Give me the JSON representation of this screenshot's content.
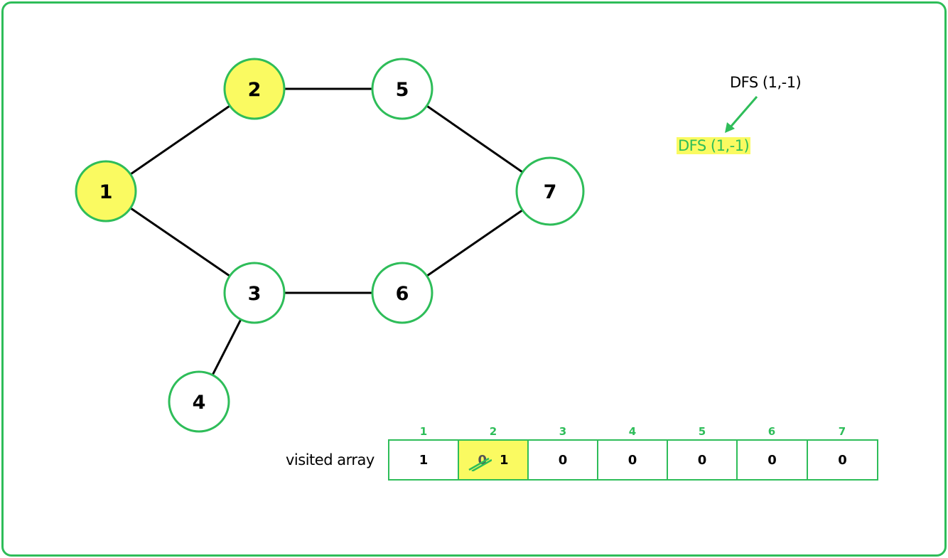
{
  "graph": {
    "nodes": [
      {
        "id": "1",
        "label": "1",
        "visited": true
      },
      {
        "id": "2",
        "label": "2",
        "visited": true
      },
      {
        "id": "3",
        "label": "3",
        "visited": false
      },
      {
        "id": "4",
        "label": "4",
        "visited": false
      },
      {
        "id": "5",
        "label": "5",
        "visited": false
      },
      {
        "id": "6",
        "label": "6",
        "visited": false
      },
      {
        "id": "7",
        "label": "7",
        "visited": false
      }
    ],
    "edges": [
      [
        "1",
        "2"
      ],
      [
        "1",
        "3"
      ],
      [
        "2",
        "5"
      ],
      [
        "5",
        "7"
      ],
      [
        "3",
        "6"
      ],
      [
        "6",
        "7"
      ],
      [
        "3",
        "4"
      ]
    ]
  },
  "call_stack": {
    "caller": "DFS (1,-1)",
    "current": "DFS (1,-1)"
  },
  "visited_array": {
    "label": "visited array",
    "indices": [
      "1",
      "2",
      "3",
      "4",
      "5",
      "6",
      "7"
    ],
    "values": [
      "1",
      "1",
      "0",
      "0",
      "0",
      "0",
      "0"
    ],
    "previous_value_struck": "0",
    "highlight_index": 1
  },
  "colors": {
    "accent": "#2ebd59",
    "highlight": "#fafa61",
    "edge": "#000000"
  }
}
